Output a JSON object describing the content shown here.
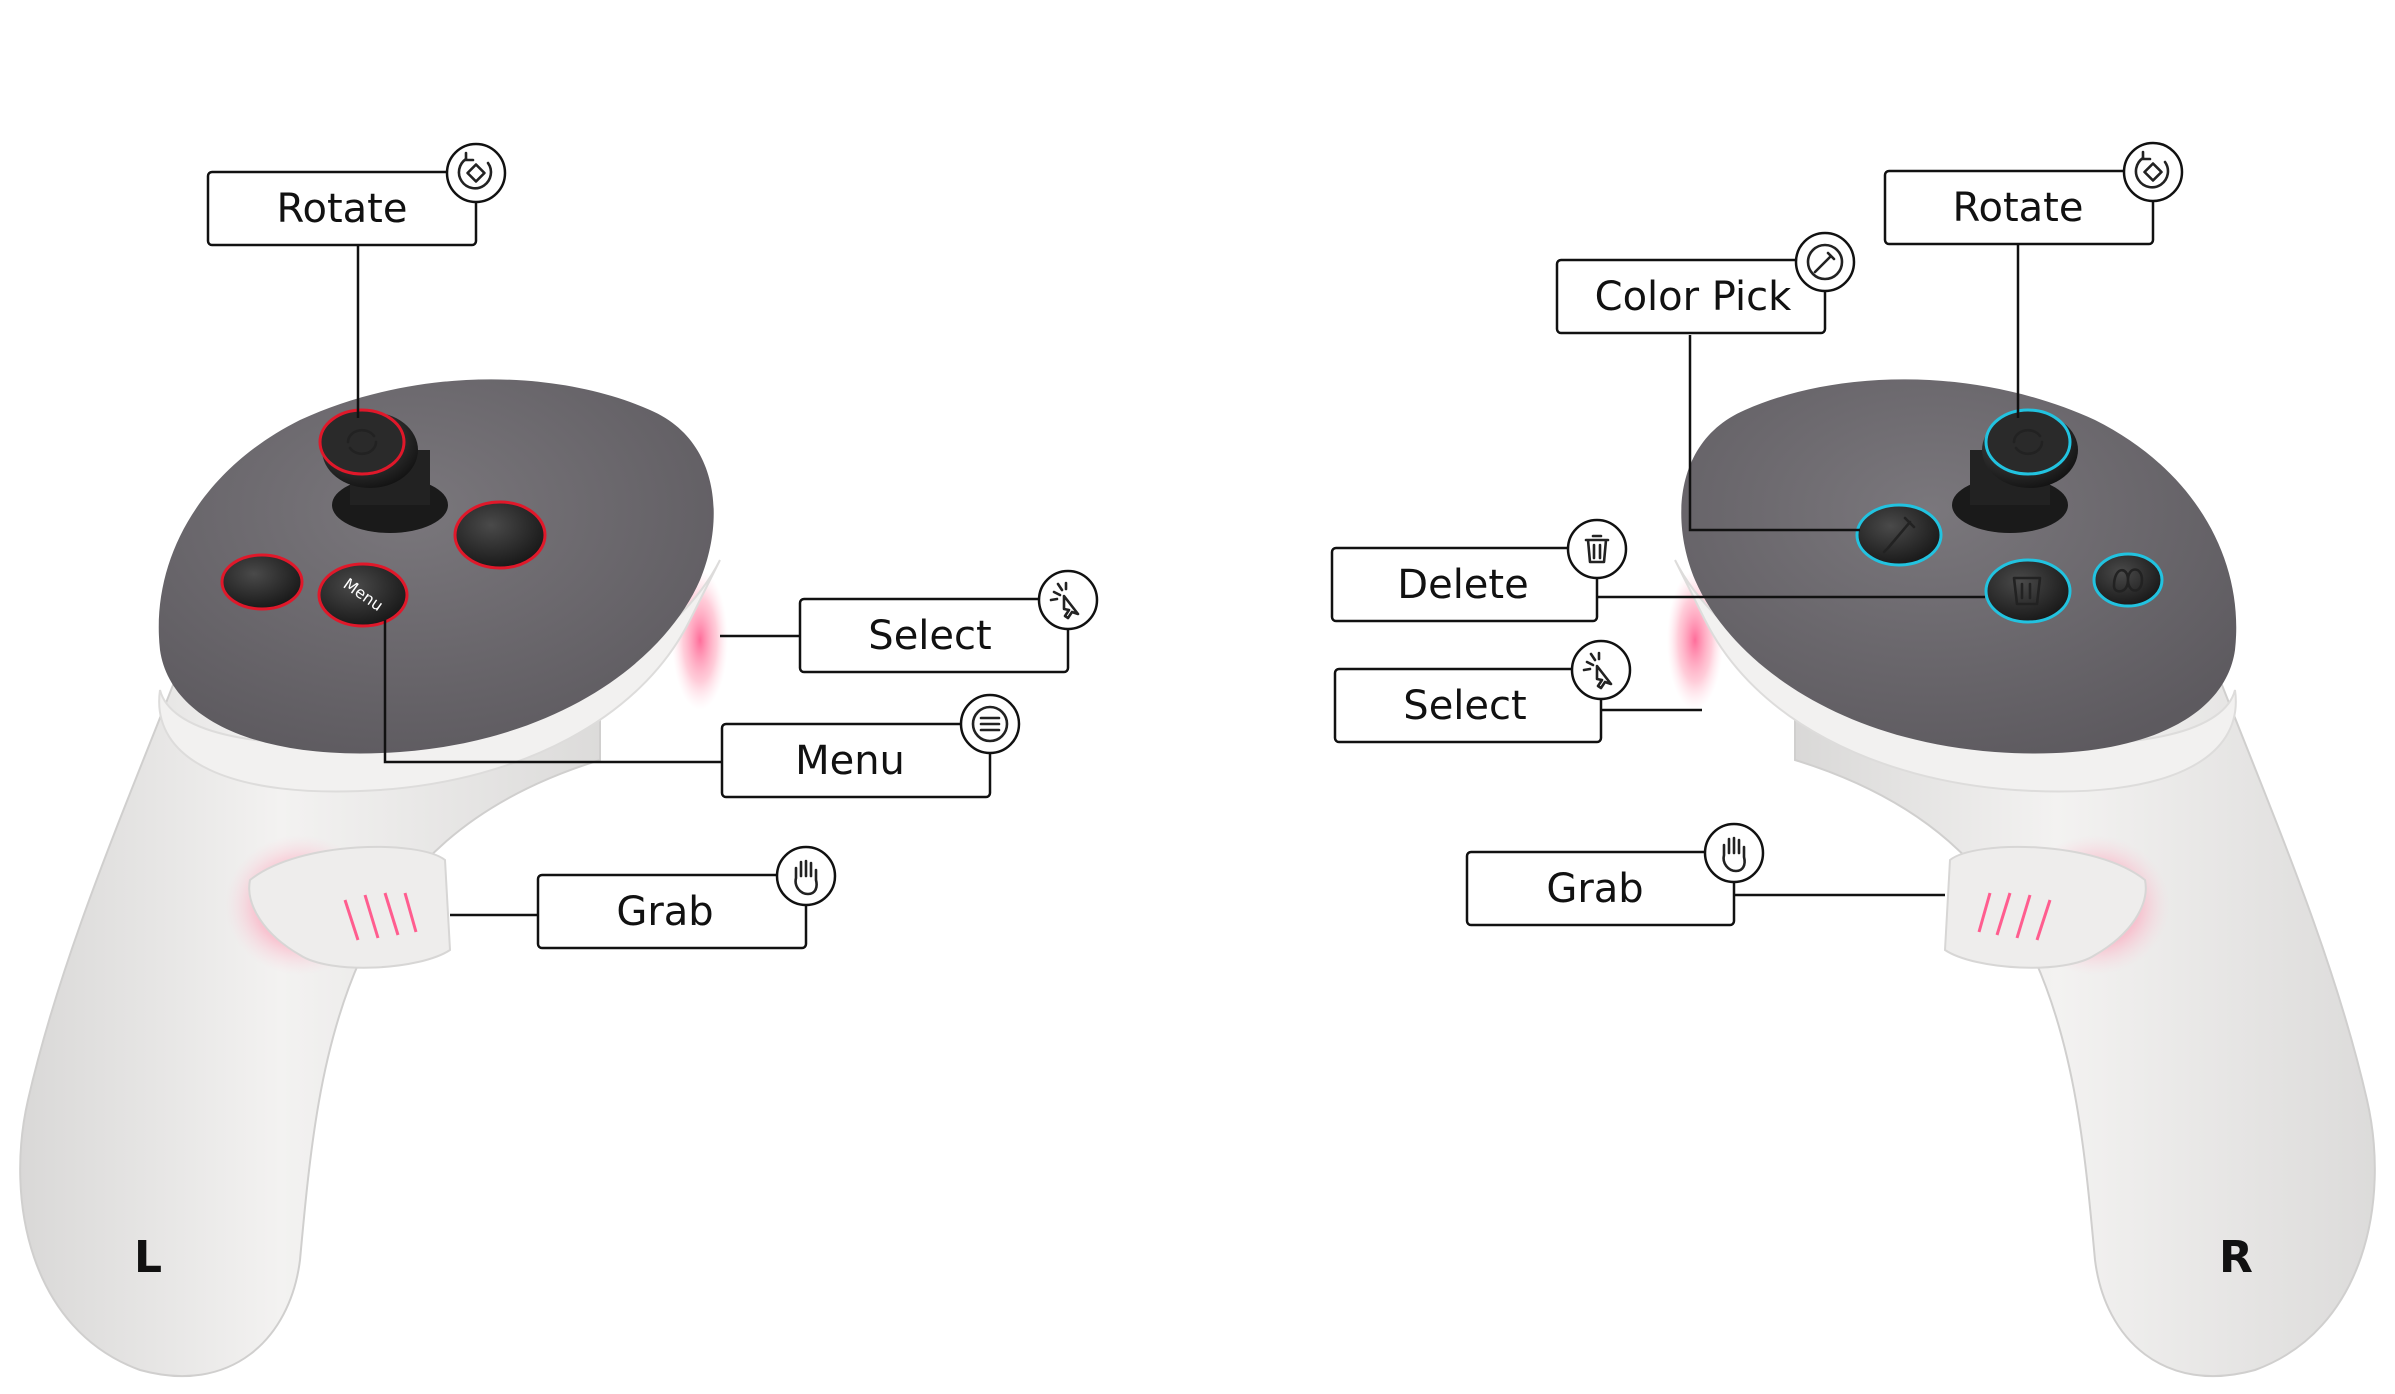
{
  "colors": {
    "left_accent": "#e0182a",
    "right_accent": "#22c3e0",
    "controller_body": "#ecebea",
    "controller_face": "#6e6b70",
    "glow": "#ff6e9c"
  },
  "left_controller": {
    "side_label": "L",
    "callouts": {
      "rotate": {
        "label": "Rotate",
        "icon": "rotate-icon"
      },
      "select": {
        "label": "Select",
        "icon": "cursor-click-icon"
      },
      "menu": {
        "label": "Menu",
        "icon": "menu-icon"
      },
      "grab": {
        "label": "Grab",
        "icon": "hand-icon"
      }
    },
    "button_text": {
      "menu": "Menu"
    }
  },
  "right_controller": {
    "side_label": "R",
    "callouts": {
      "rotate": {
        "label": "Rotate",
        "icon": "rotate-icon"
      },
      "color_pick": {
        "label": "Color Pick",
        "icon": "color-picker-icon"
      },
      "delete": {
        "label": "Delete",
        "icon": "trash-icon"
      },
      "select": {
        "label": "Select",
        "icon": "cursor-click-icon"
      },
      "grab": {
        "label": "Grab",
        "icon": "hand-icon"
      }
    }
  }
}
